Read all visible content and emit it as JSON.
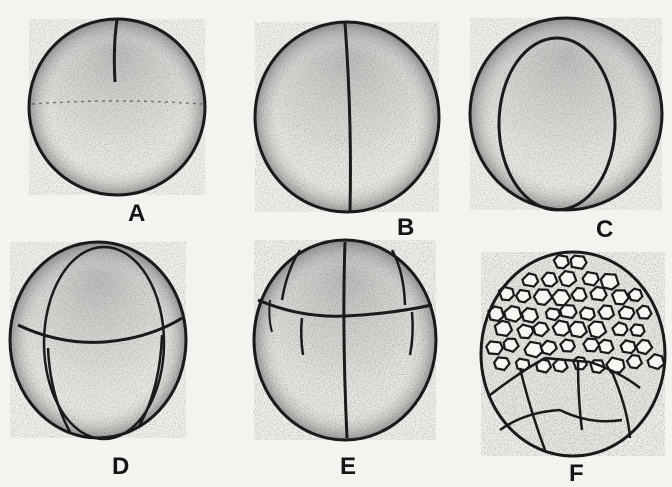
{
  "figure": {
    "panels": [
      {
        "label": "A"
      },
      {
        "label": "B"
      },
      {
        "label": "C"
      },
      {
        "label": "D"
      },
      {
        "label": "E"
      },
      {
        "label": "F"
      }
    ]
  },
  "colors": {
    "ink": "#1a1a1a",
    "paper": "#f4f3ef",
    "stipple": "#2a2a2a"
  }
}
